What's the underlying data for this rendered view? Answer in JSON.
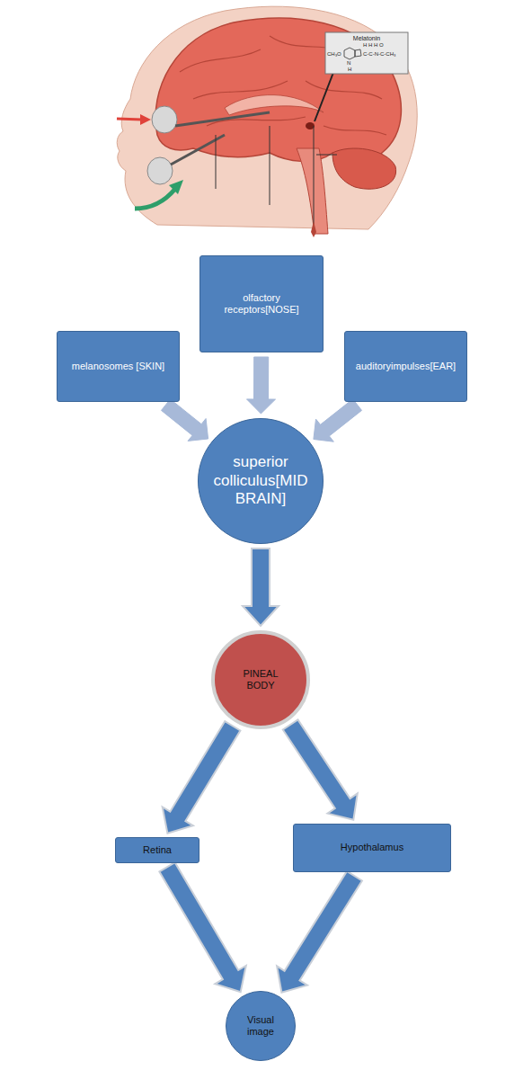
{
  "diagram": {
    "nodes": [
      {
        "text": [
          "melanosomes [SKIN]"
        ]
      },
      {
        "text": [
          "olfactory receptors[NOSE]"
        ]
      },
      {
        "text": [
          "auditoryimpulses[EAR]"
        ]
      },
      {
        "text": [
          "superior colliculus[MIDBRAIN]"
        ]
      },
      {
        "text": [
          "PINEAL BODY"
        ]
      },
      {
        "text": [
          "Retina"
        ]
      },
      {
        "text": [
          "Hypothalamus"
        ]
      },
      {
        "text": [
          "Visual image"
        ]
      }
    ],
    "edges": [
      {
        "from": 0,
        "to": 3,
        "arrow": "to"
      },
      {
        "from": 1,
        "to": 3,
        "arrow": "to"
      },
      {
        "from": 2,
        "to": 3,
        "arrow": "to"
      },
      {
        "from": 3,
        "to": 4,
        "arrow": "to"
      },
      {
        "from": 4,
        "to": 5,
        "arrow": "to"
      },
      {
        "from": 4,
        "to": 6,
        "arrow": "to"
      },
      {
        "from": 5,
        "to": 7,
        "arrow": "to"
      },
      {
        "from": 6,
        "to": 7,
        "arrow": "to"
      }
    ],
    "labels": [
      "Melatonin",
      "CH₃O",
      "H H H O",
      "C-C-N-C-CH₃",
      "N",
      "H"
    ]
  }
}
